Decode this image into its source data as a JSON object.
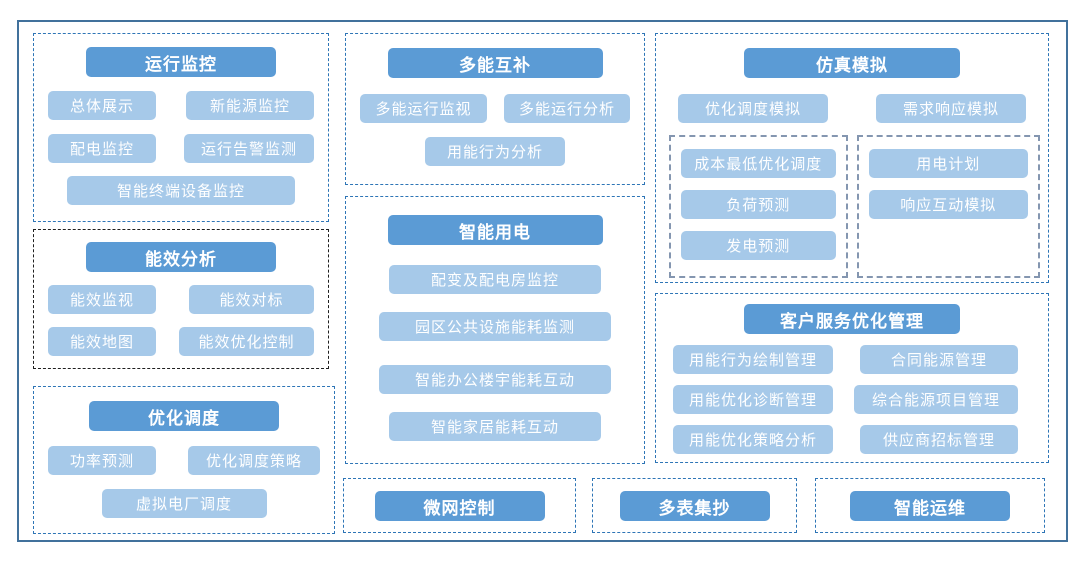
{
  "colors": {
    "header_blue": "#5B9BD5",
    "item_blue": "#A6C9E9",
    "dashed_blue_border": "#2E75B6",
    "dashed_black_border": "#1f1f1f",
    "inner_dashed_gray": "#8496B0",
    "outer_frame_blue": "#41719C",
    "text_white": "#ffffff"
  },
  "sections": {
    "operation_monitoring": {
      "title": "运行监控",
      "items": [
        "总体展示",
        "新能源监控",
        "配电监控",
        "运行告警监测",
        "智能终端设备监控"
      ]
    },
    "energy_efficiency": {
      "title": "能效分析",
      "items": [
        "能效监视",
        "能效对标",
        "能效地图",
        "能效优化控制"
      ]
    },
    "optimal_dispatch": {
      "title": "优化调度",
      "items": [
        "功率预测",
        "优化调度策略",
        "虚拟电厂调度"
      ]
    },
    "multi_energy": {
      "title": "多能互补",
      "items": [
        "多能运行监视",
        "多能运行分析",
        "用能行为分析"
      ]
    },
    "smart_power": {
      "title": "智能用电",
      "items": [
        "配变及配电房监控",
        "园区公共设施能耗监测",
        "智能办公楼宇能耗互动",
        "智能家居能耗互动"
      ]
    },
    "simulation": {
      "title": "仿真模拟",
      "items": [
        "优化调度模拟",
        "需求响应模拟"
      ],
      "sub_left": [
        "成本最低优化调度",
        "负荷预测",
        "发电预测"
      ],
      "sub_right": [
        "用电计划",
        "响应互动模拟"
      ]
    },
    "customer_service": {
      "title": "客户服务优化管理",
      "left_items": [
        "用能行为绘制管理",
        "用能优化诊断管理",
        "用能优化策略分析"
      ],
      "right_items": [
        "合同能源管理",
        "综合能源项目管理",
        "供应商招标管理"
      ]
    },
    "microgrid": {
      "title": "微网控制"
    },
    "meter_reading": {
      "title": "多表集抄"
    },
    "smart_om": {
      "title": "智能运维"
    }
  }
}
